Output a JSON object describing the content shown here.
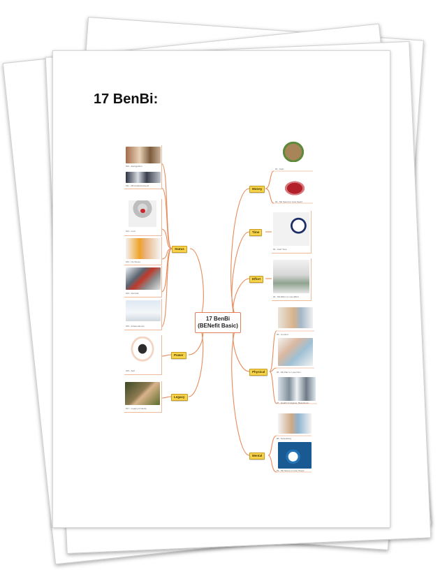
{
  "title": "17 BenBi:",
  "center": {
    "line1": "17 BenBi",
    "line2": "(BENefit Basic)"
  },
  "branches": {
    "status": "Status",
    "power": "Power",
    "legacy": "Legacy",
    "money": "Money",
    "time": "Time",
    "effort": "Effort",
    "physical": "Physical",
    "mental": "Mental"
  },
  "captions": {
    "left": [
      "#10 - Recognition",
      "#11 - Mit Andersmeinend",
      "#12 - Love",
      "#13 - No Stress",
      "#14 - Survival",
      "#15 - Independence",
      "#16 - Self",
      "#17 - Legacy & Family"
    ],
    "right": [
      "#1 - Gain",
      "#2 - Mit Spend or Lose Spent",
      "#3 - Gain Time",
      "#4 - Mit Effort or Lose Effort",
      "#5 - Comfort",
      "#6 - Mit Pain or Lose Pain",
      "#7 - Health & Hygiene, Beautiness",
      "#8 - Networking",
      "#9 - Mit Stress or Lose Stress"
    ]
  }
}
